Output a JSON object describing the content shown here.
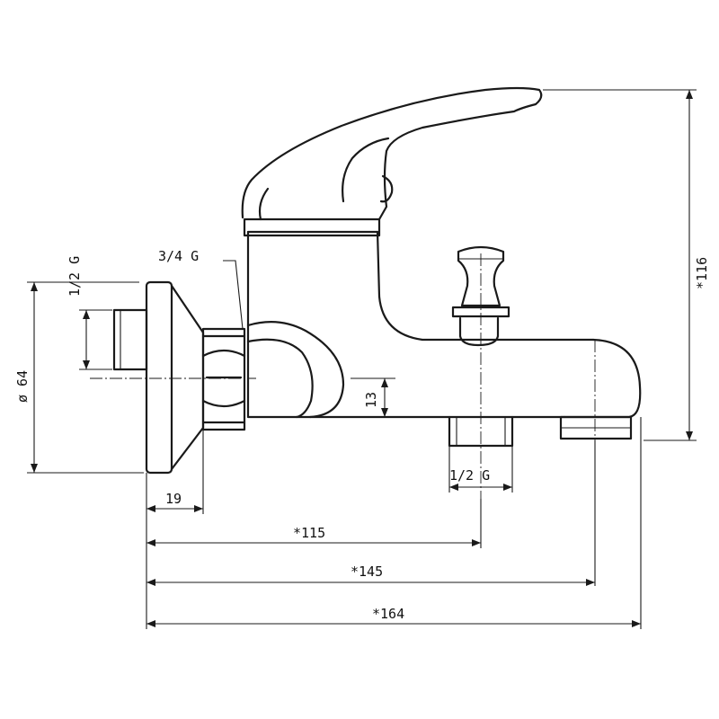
{
  "dimensions": {
    "inlet_thread_left": "1/2 G",
    "flange_diameter": "ø 64",
    "body_thread": "3/4 G",
    "flange_width": "19",
    "spout_gap": "13",
    "outlet_thread": "1/2 G",
    "to_outlet": "*115",
    "to_spout": "*145",
    "overall_length": "*164",
    "overall_height": "*116"
  }
}
